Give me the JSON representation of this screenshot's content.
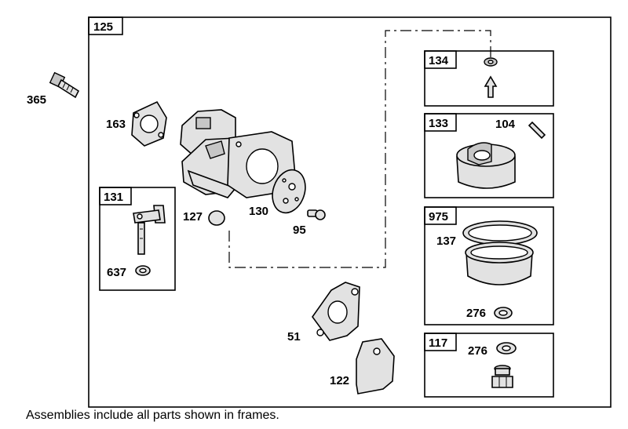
{
  "frames": {
    "main": "125",
    "float_valve": "134",
    "float": "133",
    "bowl": "975",
    "drain": "117",
    "throttle": "131"
  },
  "parts": {
    "screw": "365",
    "gasket_top": "163",
    "plug": "127",
    "welch_plate": "130",
    "fitting": "95",
    "hinge_pin": "104",
    "bowl_ring": "137",
    "bowl_washer": "276",
    "drain_washer": "276",
    "throttle_seal": "637",
    "intake_gasket": "51",
    "heat_shield": "122"
  },
  "caption": "Assemblies include all parts shown in frames."
}
